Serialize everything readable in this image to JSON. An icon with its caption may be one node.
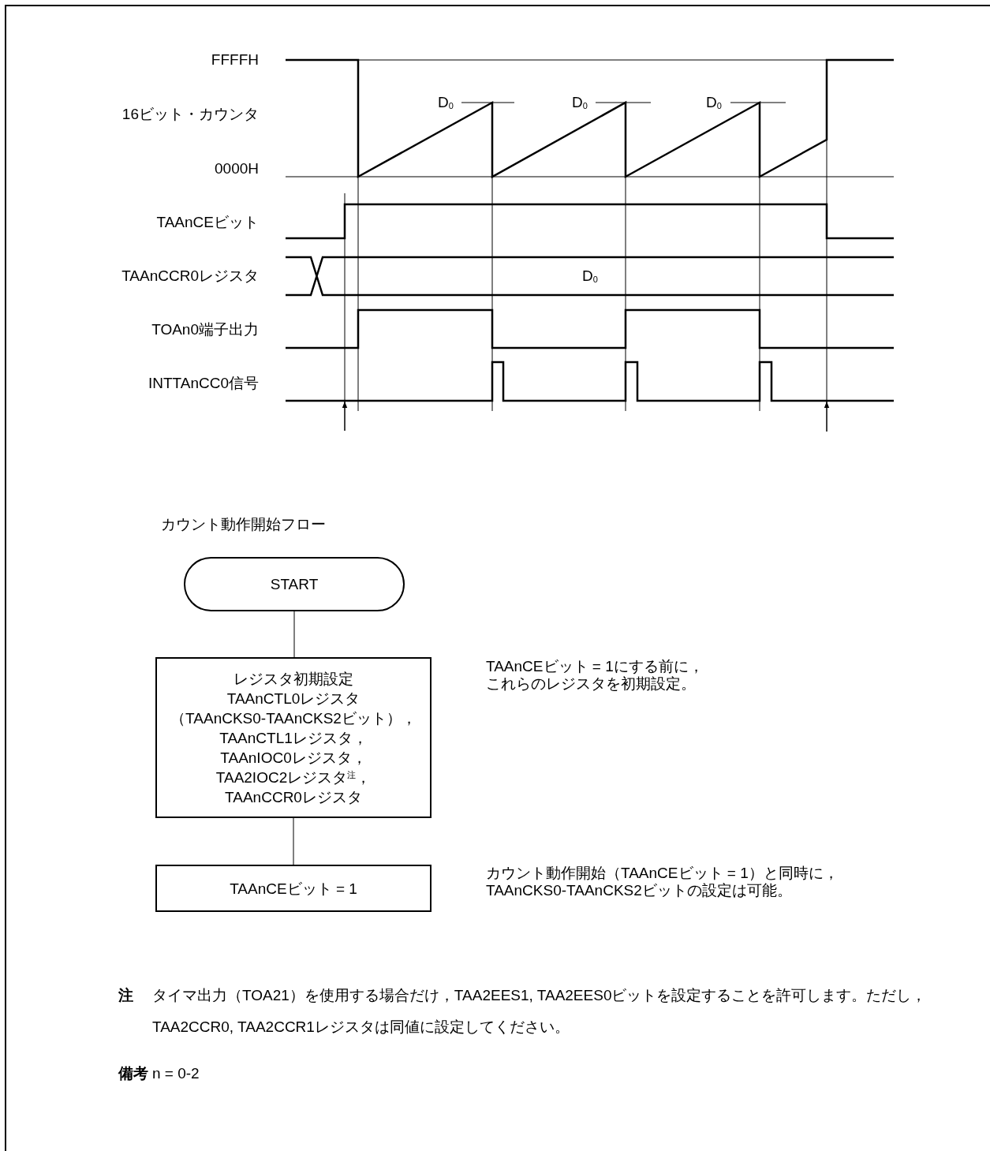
{
  "diagram": {
    "nodes": [
      {
        "text": [
          "START"
        ]
      },
      {
        "text": [
          "レジスタ初期設定",
          "TAAnCTL0レジスタ",
          "（TAAnCKS0-TAAnCKS2ビット），",
          "TAAnCTL1レジスタ，",
          "TAAnIOC0レジスタ，",
          "TAA2IOC2レジスタ$^{注}$，",
          "TAAnCCR0レジスタ"
        ]
      },
      {
        "text": [
          "TAAnCEビット = 1"
        ]
      }
    ],
    "edges": [
      {
        "from": 0,
        "to": 1,
        "arrow": "none"
      },
      {
        "from": 1,
        "to": 2,
        "arrow": "none"
      }
    ],
    "labels": [
      "FFFFH",
      "16ビット・カウンタ",
      "0000H",
      "TAAnCEビット",
      "TAAnCCR0レジスタ",
      "TOAn0端子出力",
      "INTTAnCC0信号",
      "D$_{0}$",
      "D$_{0}$",
      "D$_{0}$",
      "D$_{0}$",
      "カウント動作開始フロー",
      "TAAnCEビット = 1にする前に，これらのレジスタを初期設定。",
      "カウント動作開始（TAAnCEビット = 1）と同時に，TAAnCKS0-TAAnCKS2ビットの設定は可能。",
      "注",
      "タイマ出力（TOA21）を使用する場合だけ，TAA2EES1, TAA2EES0ビットを設定することを許可します。ただし，TAA2CCR0, TAA2CCR1レジスタは同値に設定してください。",
      "備考",
      "n = 0-2"
    ]
  }
}
